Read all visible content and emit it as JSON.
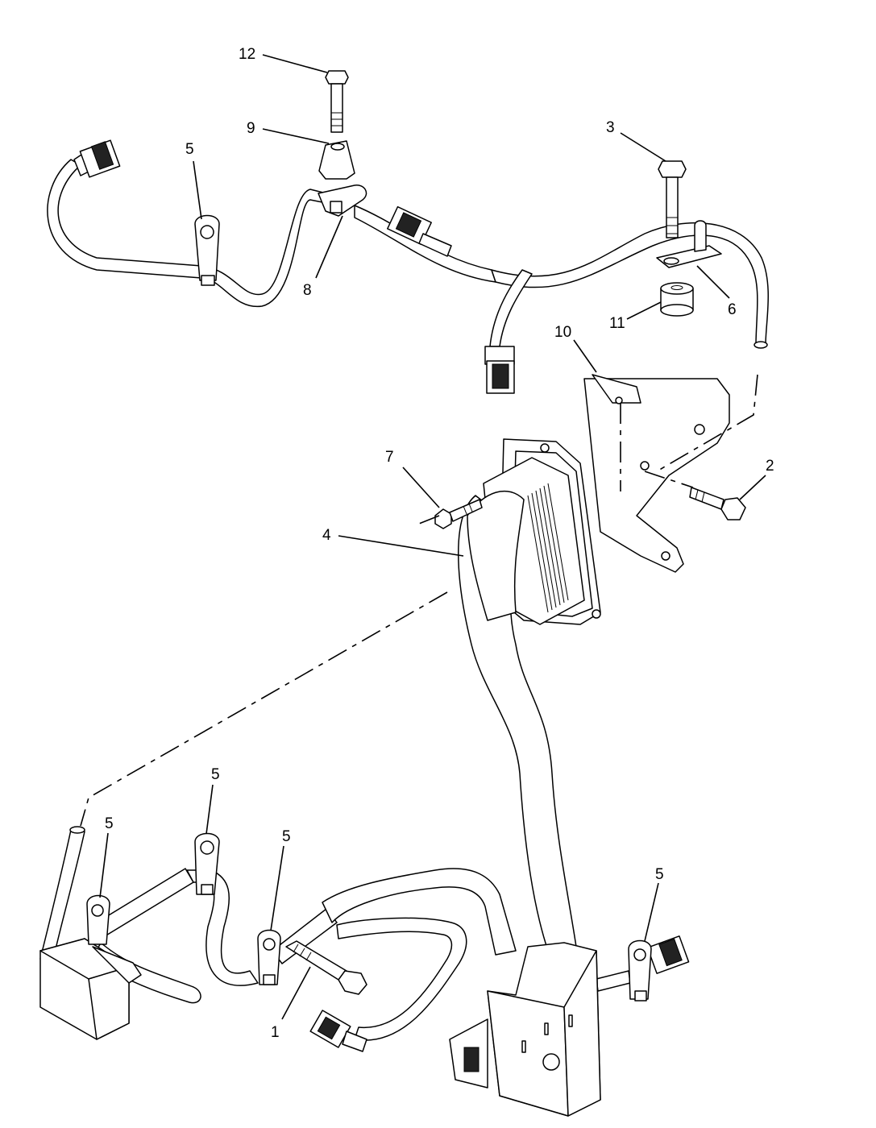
{
  "callouts": [
    {
      "id": "c12",
      "label": "12"
    },
    {
      "id": "c9",
      "label": "9"
    },
    {
      "id": "c5a",
      "label": "5"
    },
    {
      "id": "c8",
      "label": "8"
    },
    {
      "id": "c3",
      "label": "3"
    },
    {
      "id": "c6",
      "label": "6"
    },
    {
      "id": "c11",
      "label": "11"
    },
    {
      "id": "c10",
      "label": "10"
    },
    {
      "id": "c7",
      "label": "7"
    },
    {
      "id": "c2",
      "label": "2"
    },
    {
      "id": "c4",
      "label": "4"
    },
    {
      "id": "c5b",
      "label": "5"
    },
    {
      "id": "c5c",
      "label": "5"
    },
    {
      "id": "c5d",
      "label": "5"
    },
    {
      "id": "c5e",
      "label": "5"
    },
    {
      "id": "c1",
      "label": "1"
    }
  ]
}
